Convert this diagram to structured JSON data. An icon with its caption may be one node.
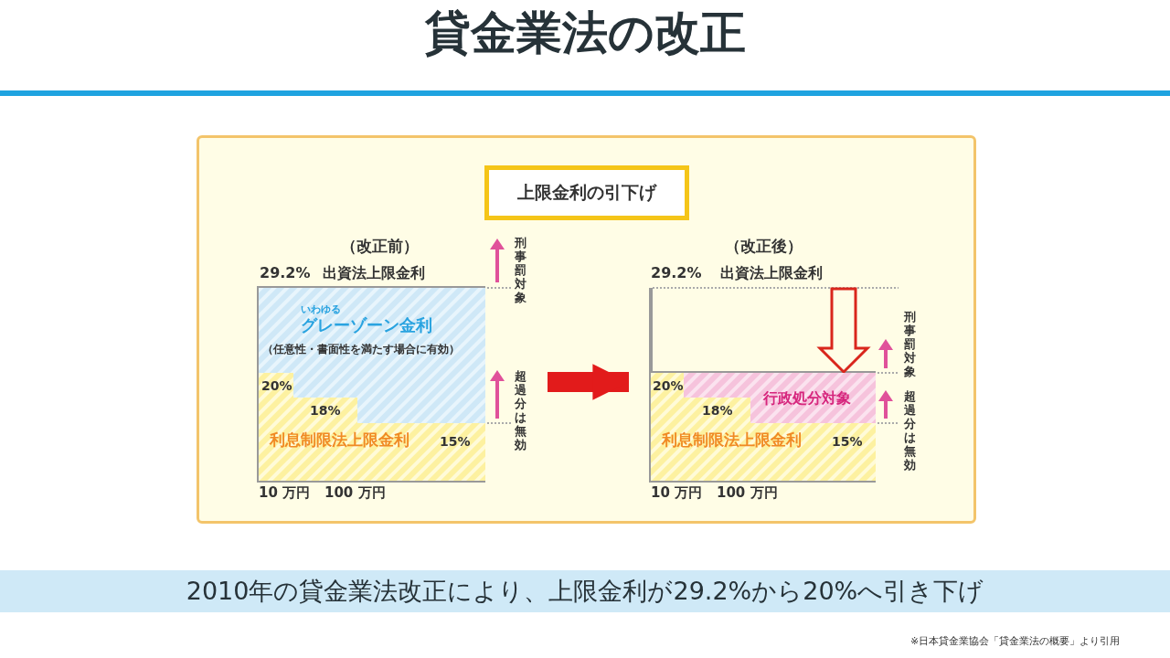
{
  "diagram": {
    "title": "貸金業法の改正",
    "caption": "2010年の貸金業法改正により、上限金利が29.2%から20%へ引き下げ",
    "nodes": [
      {
        "text": [],
        "shape": "box"
      },
      {
        "text": [
          "上限金利の引下げ"
        ],
        "in": 0
      },
      {
        "text": [
          "（改正前）"
        ],
        "in": 0
      },
      {
        "text": [
          "いわゆる",
          "グレーゾーン金利",
          "（任意性・書面性を満たす場合に有効）"
        ],
        "in": 2
      },
      {
        "text": [
          "20%",
          "18%",
          "利息制限法上限金利",
          "15%"
        ],
        "in": 2
      },
      {
        "text": [
          "（改正後）"
        ],
        "in": 0
      },
      {
        "text": [
          "行政処分対象"
        ],
        "in": 5
      },
      {
        "text": [
          "20%",
          "18%",
          "利息制限法上限金利",
          "15%"
        ],
        "in": 5
      }
    ],
    "edges": [
      {
        "from": 2,
        "to": 5,
        "arrow": "to"
      }
    ],
    "labels": [
      "29.2%",
      "出資法上限金利",
      "刑事罰対象",
      "超過分は無効",
      "10 万円",
      "100 万円",
      "29.2%",
      "出資法上限金利",
      "刑事罰対象",
      "超過分は無効",
      "10 万円",
      "100 万円",
      "※日本貸金業協会「貸金業法の概要」より引用"
    ]
  }
}
